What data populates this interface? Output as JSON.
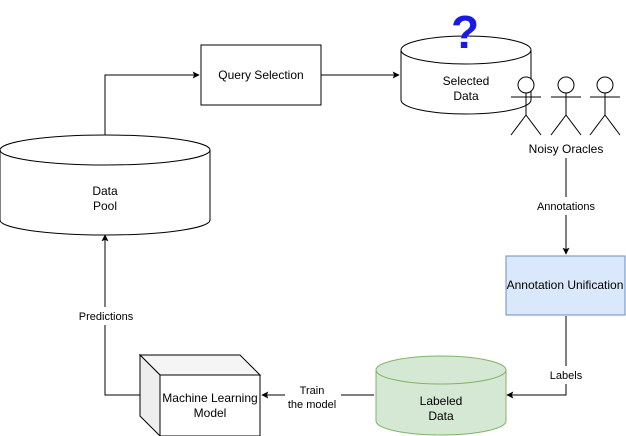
{
  "nodes": {
    "data_pool": {
      "line1": "Data",
      "line2": "Pool"
    },
    "query_selection": {
      "label": "Query Selection"
    },
    "selected_data": {
      "line1": "Selected",
      "line2": "Data",
      "question_mark": "?"
    },
    "noisy_oracles": {
      "label": "Noisy Oracles"
    },
    "annotation_unification": {
      "label": "Annotation Unification"
    },
    "labeled_data": {
      "line1": "Labeled",
      "line2": "Data"
    },
    "machine_learning_model": {
      "line1": "Machine Learning",
      "line2": "Model"
    }
  },
  "edges": {
    "annotations": {
      "label": "Annotations"
    },
    "labels": {
      "label": "Labels"
    },
    "train": {
      "line1": "Train",
      "line2": "the model"
    },
    "predictions": {
      "label": "Predictions"
    }
  },
  "colors": {
    "stroke": "#000000",
    "annotation_fill": "#dae8fc",
    "annotation_stroke": "#6c8ebf",
    "labeled_fill": "#d5e8d4",
    "labeled_stroke": "#82b366",
    "question_mark": "#1a1ae6",
    "model_side": "#eeeeee",
    "model_top": "#f5f5f5"
  }
}
